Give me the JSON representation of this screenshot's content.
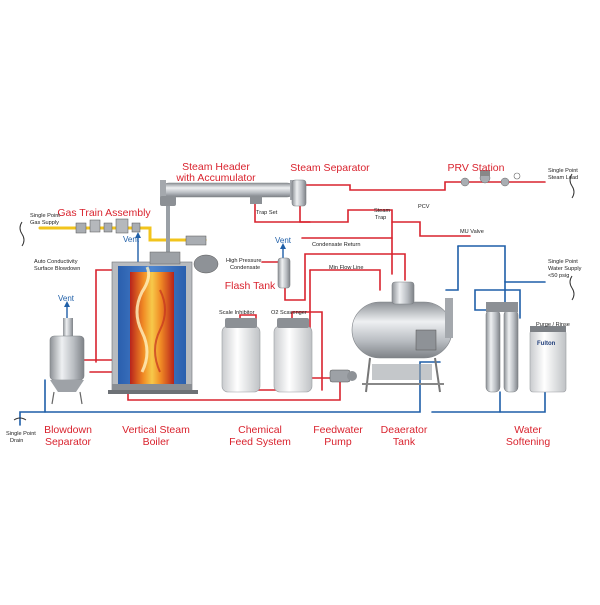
{
  "section_labels": {
    "steam_header": [
      "Steam Header",
      "with Accumulator"
    ],
    "steam_separator": "Steam Separator",
    "prv_station": "PRV Station",
    "gas_train": "Gas Train Assembly",
    "flash_tank": "Flash Tank",
    "blowdown_separator": [
      "Blowdown",
      "Separator"
    ],
    "vertical_boiler": [
      "Vertical Steam",
      "Boiler"
    ],
    "chemical_feed": [
      "Chemical",
      "Feed System"
    ],
    "feedwater_pump": [
      "Feedwater",
      "Pump"
    ],
    "deaerator_tank": [
      "Deaerator",
      "Tank"
    ],
    "water_softening": [
      "Water",
      "Softening"
    ]
  },
  "small_labels": {
    "gas_supply": [
      "Single Point",
      "Gas Supply"
    ],
    "steam_load": [
      "Single Point",
      "Steam Load"
    ],
    "water_supply": [
      "Single Point",
      "Water Supply",
      "<50 psig"
    ],
    "drain": [
      "Single Point",
      "Drain"
    ],
    "auto_conductivity": [
      "Auto Conductivity",
      "Surface Blowdown"
    ],
    "hp_condensate": [
      "High Pressure",
      "Condensate"
    ],
    "trap_set": "Trap Set",
    "steam_trap": [
      "Steam",
      "Trap"
    ],
    "pcv": "PCV",
    "mu_valve": "MU Valve",
    "condensate_return": "Condensate Return",
    "min_flow_line": "Min Flow Line",
    "scale_inhibitor": "Scale Inhibitor",
    "o2_scavenger": "O2 Scavenger",
    "purge_rinse": "Purge / Rinse",
    "brand": "Fulton"
  },
  "vents": [
    "Vent",
    "Vent",
    "Vent"
  ],
  "colors": {
    "steam_line": "#d9232e",
    "water_line": "#1f5fa8",
    "gas_line": "#f2c41c",
    "label_red": "#d9232e",
    "equipment": "#c9ccd0"
  }
}
